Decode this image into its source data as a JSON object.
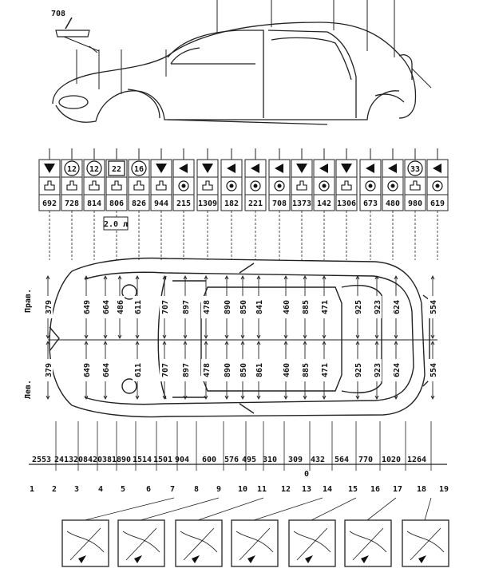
{
  "callout": "708",
  "side_labels": {
    "right": "Прав.",
    "left": "Лев."
  },
  "engine_note": "2.0 л",
  "reference_points": [
    {
      "symbol": "triangle-down",
      "code": "692"
    },
    {
      "symbol": "circled-12",
      "code": "728"
    },
    {
      "symbol": "circled-12",
      "code": "814"
    },
    {
      "symbol": "boxed-22",
      "code": "806"
    },
    {
      "symbol": "circled-16",
      "code": "826"
    },
    {
      "symbol": "triangle-down",
      "code": "944"
    },
    {
      "symbol": "triangle-left",
      "code": "215"
    },
    {
      "symbol": "triangle-down",
      "code": "1309"
    },
    {
      "symbol": "triangle-left",
      "code": "182"
    },
    {
      "symbol": "triangle-left",
      "code": "221"
    },
    {
      "symbol": "triangle-left",
      "code": "708"
    },
    {
      "symbol": "triangle-down",
      "code": "1373"
    },
    {
      "symbol": "triangle-left",
      "code": "142"
    },
    {
      "symbol": "triangle-down",
      "code": "1306"
    },
    {
      "symbol": "triangle-left",
      "code": "673"
    },
    {
      "symbol": "triangle-left",
      "code": "480"
    },
    {
      "symbol": "circled-33",
      "code": "980"
    },
    {
      "symbol": "triangle-left",
      "code": "619"
    }
  ],
  "widths": {
    "right": [
      "379",
      "649",
      "664",
      "486",
      "611",
      "707",
      "897",
      "478",
      "890",
      "850",
      "841",
      "460",
      "885",
      "471",
      "925",
      "923",
      "624",
      "554"
    ],
    "left": [
      "379",
      "649",
      "664",
      "611",
      "707",
      "897",
      "478",
      "890",
      "850",
      "861",
      "460",
      "885",
      "471",
      "925",
      "923",
      "624",
      "554"
    ]
  },
  "longitudinal": [
    "2553",
    "2413",
    "2084",
    "2038",
    "1890",
    "1514",
    "1501",
    "904",
    "600",
    "576",
    "495",
    "310",
    "309",
    "432",
    "564",
    "770",
    "1020",
    "1264"
  ],
  "origin_label": "0",
  "stations": [
    "1",
    "2",
    "3",
    "4",
    "5",
    "6",
    "7",
    "8",
    "9",
    "10",
    "11",
    "12",
    "13",
    "14",
    "15",
    "16",
    "17",
    "18",
    "19"
  ]
}
